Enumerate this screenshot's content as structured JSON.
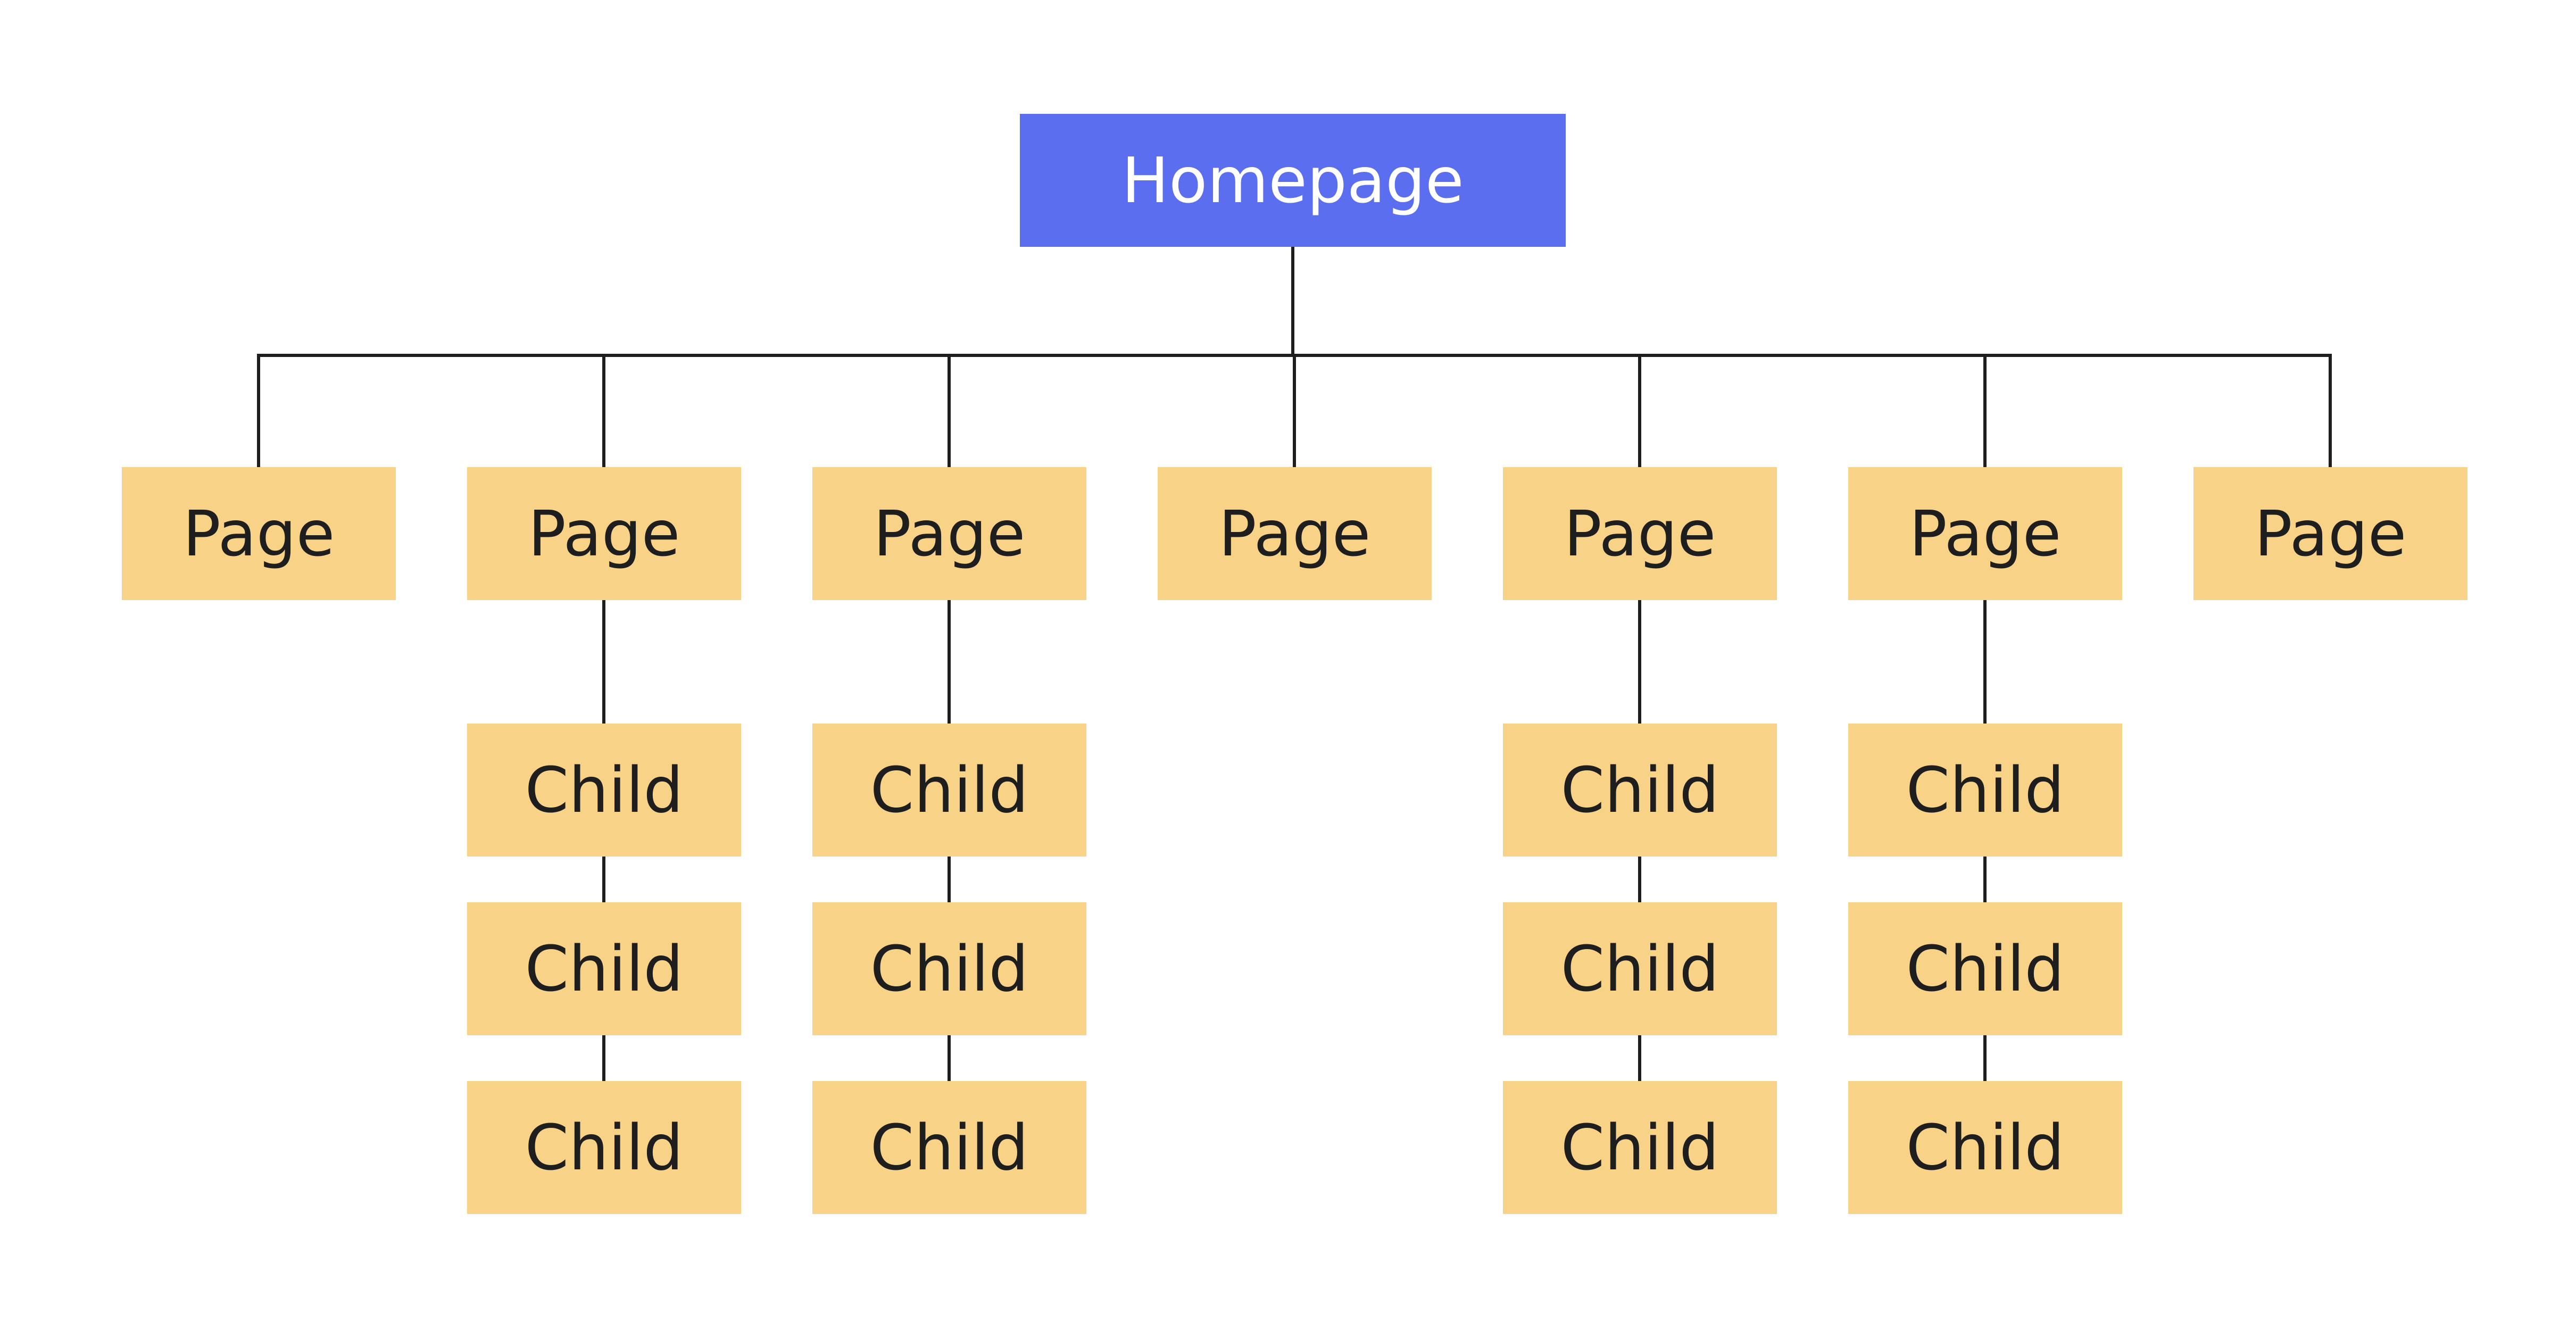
{
  "diagram": {
    "root": {
      "label": "Homepage"
    },
    "pages": [
      {
        "label": "Page",
        "children": []
      },
      {
        "label": "Page",
        "children": [
          "Child",
          "Child",
          "Child"
        ]
      },
      {
        "label": "Page",
        "children": [
          "Child",
          "Child",
          "Child"
        ]
      },
      {
        "label": "Page",
        "children": []
      },
      {
        "label": "Page",
        "children": [
          "Child",
          "Child",
          "Child"
        ]
      },
      {
        "label": "Page",
        "children": [
          "Child",
          "Child",
          "Child"
        ]
      },
      {
        "label": "Page",
        "children": []
      }
    ]
  },
  "colors": {
    "root_fill": "#5B6EF0",
    "root_text": "#FFFFFF",
    "node_fill": "#F8D387",
    "node_text": "#1E1E1E",
    "connector": "#1E1E1E",
    "background": "#FFFFFF"
  }
}
